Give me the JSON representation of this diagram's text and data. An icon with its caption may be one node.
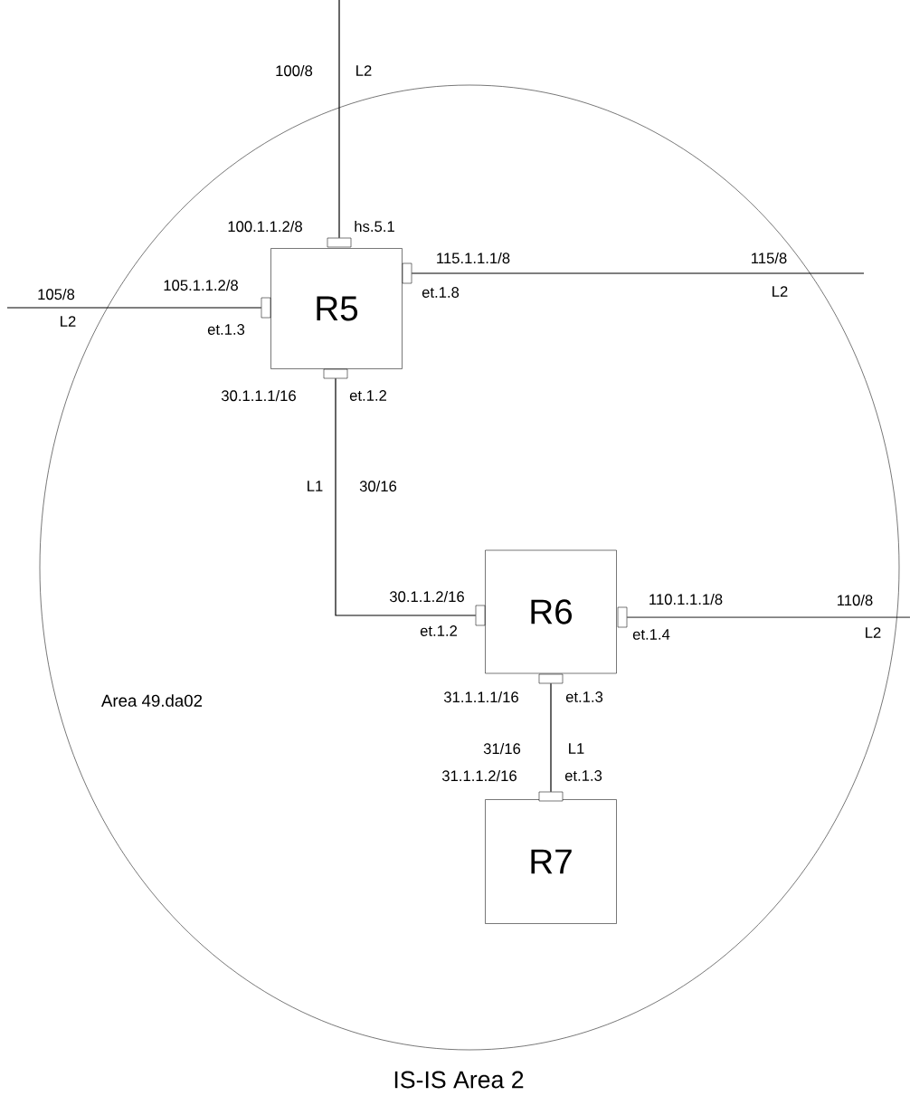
{
  "diagram": {
    "caption": "IS-IS Area 2",
    "nodes": [
      {
        "text": [
          "Area 49.da02"
        ]
      },
      {
        "text": [
          "R5"
        ],
        "in": 0
      },
      {
        "text": [],
        "shape": "box",
        "beside": [
          "100.1.1.2/8",
          "hs.5.1"
        ],
        "in": 0
      },
      {
        "text": [],
        "shape": "box",
        "beside": [
          "115.1.1.1/8",
          "et.1.8"
        ],
        "in": 0
      },
      {
        "text": [],
        "shape": "box",
        "beside": [
          "105.1.1.2/8",
          "et.1.3"
        ],
        "in": 0
      },
      {
        "text": [],
        "shape": "box",
        "beside": [
          "30.1.1.1/16",
          "et.1.2"
        ],
        "in": 0
      },
      {
        "text": [
          "R6"
        ],
        "in": 0
      },
      {
        "text": [],
        "shape": "box",
        "beside": [
          "30.1.1.2/16",
          "et.1.2"
        ],
        "in": 0
      },
      {
        "text": [],
        "shape": "box",
        "beside": [
          "110.1.1.1/8",
          "et.1.4"
        ],
        "in": 0
      },
      {
        "text": [],
        "shape": "box",
        "beside": [
          "31.1.1.1/16",
          "et.1.3"
        ],
        "in": 0
      },
      {
        "text": [
          "R7"
        ],
        "in": 0
      },
      {
        "text": [],
        "shape": "box",
        "beside": [
          "31.1.1.2/16",
          "et.1.3"
        ],
        "in": 0
      }
    ],
    "edges": [
      {
        "from": 2,
        "to": null,
        "arrow": "none"
      },
      {
        "from": 3,
        "to": null,
        "arrow": "none"
      },
      {
        "from": 4,
        "to": null,
        "arrow": "none"
      },
      {
        "from": 5,
        "to": 7,
        "arrow": "none"
      },
      {
        "from": 8,
        "to": null,
        "arrow": "none"
      },
      {
        "from": 9,
        "to": 11,
        "arrow": "none"
      }
    ],
    "labels": [
      "100/8",
      "L2",
      "105/8",
      "L2",
      "115/8",
      "L2",
      "L1",
      "30/16",
      "110/8",
      "L2",
      "31/16",
      "L1"
    ]
  }
}
